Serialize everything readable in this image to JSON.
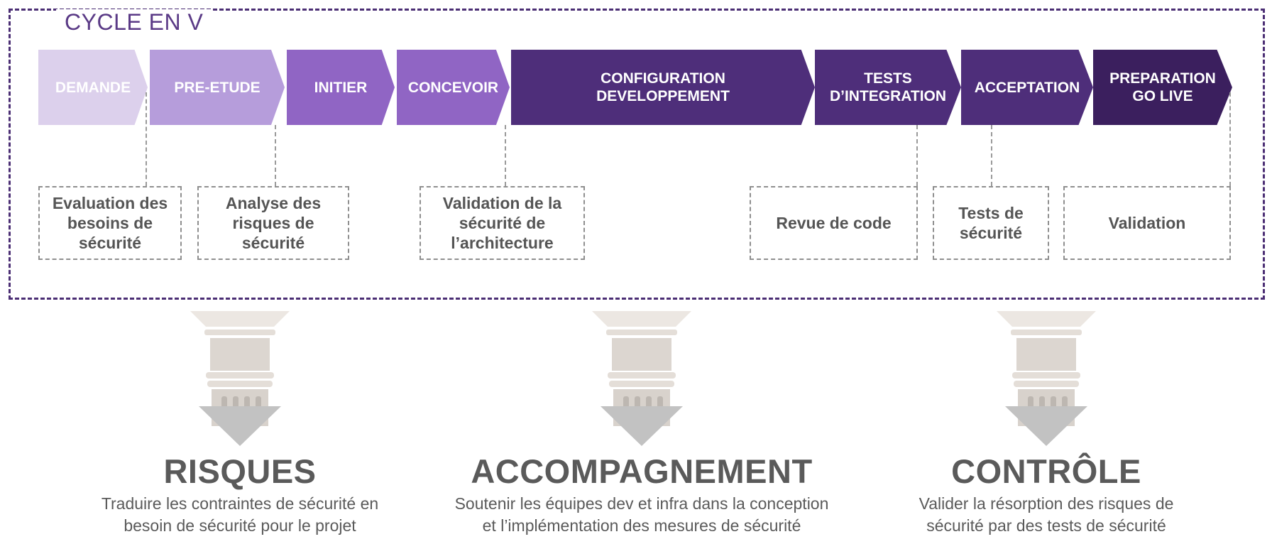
{
  "frame": {
    "title": "CYCLE EN V"
  },
  "phases": [
    {
      "label": "DEMANDE",
      "color": "#dcd0ec"
    },
    {
      "label": "PRE-ETUDE",
      "color": "#b69ddb"
    },
    {
      "label": "INITIER",
      "color": "#9065c4"
    },
    {
      "label": "CONCEVOIR",
      "color": "#9065c4"
    },
    {
      "label": "CONFIGURATION\nDEVELOPPEMENT",
      "color": "#4e2e7a"
    },
    {
      "label": "TESTS\nD’INTEGRATION",
      "color": "#4e2e7a"
    },
    {
      "label": "ACCEPTATION",
      "color": "#4e2e7a"
    },
    {
      "label": "PREPARATION\nGO LIVE",
      "color": "#3b1f5e"
    }
  ],
  "activities": [
    {
      "label": "Evaluation des\nbesoins de\nsécurité"
    },
    {
      "label": "Analyse des\nrisques de\nsécurité"
    },
    {
      "label": "Validation de la\nsécurité de\nl’architecture"
    },
    {
      "label": "Revue de code"
    },
    {
      "label": "Tests de\nsécurité"
    },
    {
      "label": "Validation"
    }
  ],
  "pillars": [
    {
      "title": "RISQUES",
      "description": "Traduire les contraintes de sécurité en\nbesoin de sécurité pour le projet",
      "icon": "column-arrow-icon"
    },
    {
      "title": "ACCOMPAGNEMENT",
      "description": "Soutenir les équipes dev et infra dans la conception\net l’implémentation des mesures de sécurité",
      "icon": "column-arrow-icon"
    },
    {
      "title": "CONTRÔLE",
      "description": "Valider la résorption des risques de\nsécurité par des tests de sécurité",
      "icon": "column-arrow-icon"
    }
  ]
}
